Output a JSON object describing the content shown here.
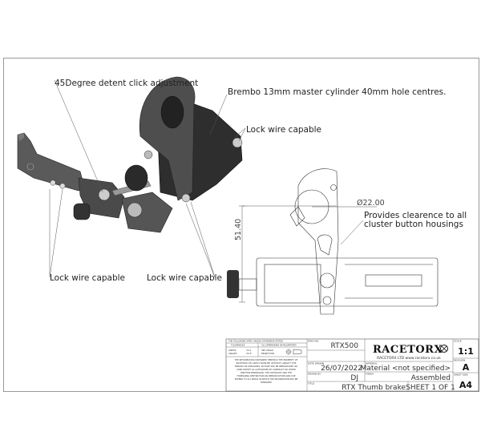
{
  "annotations": {
    "detent": "45Degree detent click adjustment",
    "master_cylinder": "Brembo 13mm master cylinder 40mm hole centres.",
    "lock_wire_top": "Lock wire capable",
    "lock_wire_left": "Lock wire capable",
    "lock_wire_right": "Lock wire capable",
    "clearance_line1": "Provides clearence to all",
    "clearance_line2": "cluster button housings"
  },
  "dimensions": {
    "diameter": "Ø22.00",
    "height": "51.40"
  },
  "title_block": {
    "general_note": "THE FOLLOWING APPLY UNLESS OTHERWISE STATED",
    "tolerances_label": "TOLERANCES",
    "units_note": "ALL DIMENSIONS IN MILLIMETERS",
    "linear_label": "LINEAR",
    "linear_tol": "±0.1",
    "angles_label": "ANGLES",
    "angles_tol": "±0.5°",
    "projection_line1": "3RD ANGLE",
    "projection_line2": "PROJECTION",
    "disclaimer": [
      "THE INFORMATION CONTAINED HEREIN IS THE PROPERTY OF",
      "RACETORX LTD AND IS SUPPLIED WITHOUT LIABILITY FOR",
      "ERRORS OR OMISSIONS. NO PART MAY BE REPRODUCED OR",
      "USED EXCEPT AS AUTHORISED BY CONTRACT OR OTHER",
      "WRITTEN PERMISSION. THE COPYRIGHT AND THE",
      "FOREGOING RESTRICTION ON REPRODUCTION AND USE",
      "EXTEND TO ALL MEDIA IN WHICH THE INFORMATION MAY BE",
      "EMBODIED"
    ],
    "dwg_no_label": "DWG NO.",
    "dwg_no": "RTX500",
    "date_label": "DATE DRAWN",
    "date": "26/07/2022",
    "drawn_by_label": "DRAWN BY",
    "drawn_by": "DJ",
    "title_label": "TITLE",
    "title": "RTX Thumb brake",
    "sheet": "SHEET 1 OF 1",
    "logo": "RACETORX",
    "company": "RACETORX LTD  www.racetorx.co.uk",
    "material_label": "MATERIAL",
    "material": "Material <not specified>",
    "finish_label": "FINISH",
    "finish": "Assembled",
    "scale_label": "SCALE",
    "scale": "1:1",
    "revision_label": "REVISION",
    "revision": "A",
    "sheet_size_label": "SHEET SIZE",
    "sheet_size": "A4"
  }
}
